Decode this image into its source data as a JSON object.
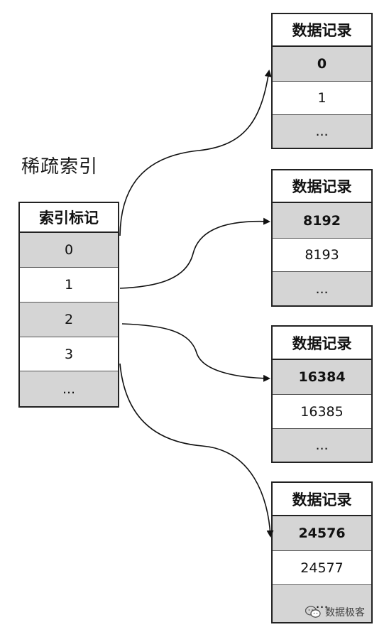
{
  "title": "稀疏索引",
  "index_table": {
    "header": "索引标记",
    "rows": [
      "0",
      "1",
      "2",
      "3",
      "..."
    ]
  },
  "record_tables": [
    {
      "header": "数据记录",
      "rows": [
        "0",
        "1",
        "..."
      ]
    },
    {
      "header": "数据记录",
      "rows": [
        "8192",
        "8193",
        "..."
      ]
    },
    {
      "header": "数据记录",
      "rows": [
        "16384",
        "16385",
        "..."
      ]
    },
    {
      "header": "数据记录",
      "rows": [
        "24576",
        "24577",
        "..."
      ]
    }
  ],
  "watermark": {
    "text": "数据极客",
    "icon": "wechat-icon"
  },
  "colors": {
    "gray_cell": "#d5d5d5",
    "border": "#222222"
  }
}
